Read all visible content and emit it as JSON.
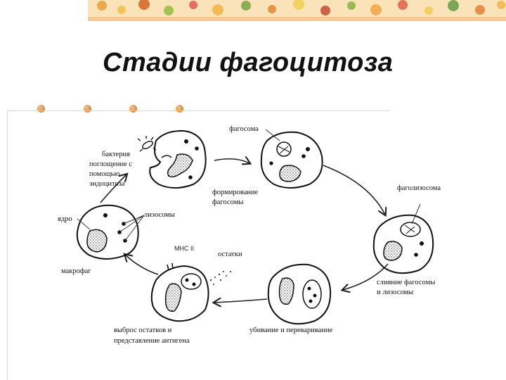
{
  "slide": {
    "title": "Стадии фагоцитоза"
  },
  "labels": {
    "phagosome": "фагосома",
    "bacteria": "бактерия",
    "uptake": [
      "поглощение с",
      "помощью",
      "эндоцитоза"
    ],
    "phagolysosome": "фаголизосома",
    "phagosome_formation": [
      "формирование",
      "фагосомы"
    ],
    "nucleus": "ядро",
    "lysosomes": "лизосомы",
    "mhc": "MHC II",
    "remnants": "остатки",
    "macrophage": "макрофаг",
    "fusion": [
      "слияние фагосомы",
      "и лизосомы"
    ],
    "release": [
      "выброс остатков и",
      "представление антигена"
    ],
    "killing": "убивание и переваривание"
  },
  "colors": {
    "banner_accent": "#f6c98e",
    "bullet": "#d08a45",
    "ink": "#111111"
  }
}
